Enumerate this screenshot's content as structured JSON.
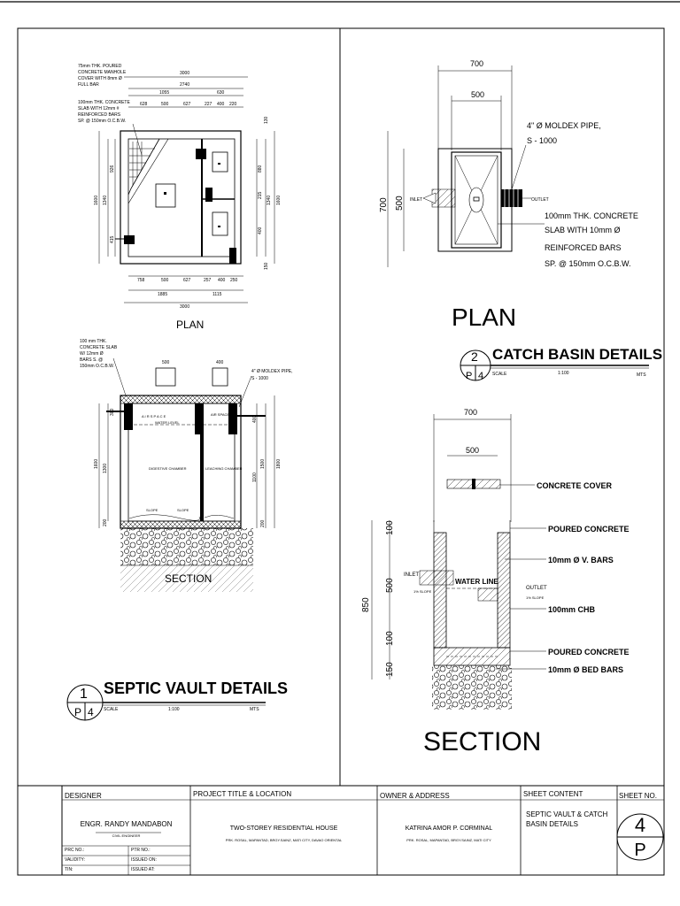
{
  "septic": {
    "notes": {
      "manhole": [
        "75mm THK. POURED",
        "CONCRETE MANHOLE",
        "COVER WITH 8mm Ø",
        "FULL BAR"
      ],
      "slab": [
        "100mm THK. CONCRETE",
        "SLAB WITH 12mm #",
        "REINFORCED BARS",
        "SP. @ 150mm O.C.B.W."
      ],
      "section_slab": [
        "100 mm THK.",
        "CONCRETE SLAB",
        "W/ 12mm Ø",
        "BARS S. @",
        "150mm O.C.B.W."
      ],
      "section_pipe": [
        "4\" Ø MOLDEX PIPE,",
        "S - 1000"
      ]
    },
    "dims_top": [
      "3000",
      "2740",
      "1055",
      "630",
      "628",
      "500",
      "627",
      "227",
      "400",
      "220"
    ],
    "dims_bottom": [
      "758",
      "500",
      "627",
      "257",
      "400",
      "250",
      "1885",
      "1115",
      "3000"
    ],
    "dims_left": [
      "1600",
      "1340",
      "926",
      "415"
    ],
    "dims_right": [
      "1600",
      "1340",
      "880",
      "400",
      "215",
      "130",
      "150"
    ],
    "plan_label": "PLAN",
    "section_dims_top": [
      "500",
      "400"
    ],
    "section_labels": {
      "airspace": "A I R   S P A C E",
      "airspace2": "AIR SPACE",
      "waterlevel": "WATER LEVEL",
      "digestive": "DIGESTIVE CHAMBER",
      "leaching": "LEACHING CHAMBER",
      "slope1": "SLOPE",
      "slope2": "SLOPE"
    },
    "section_dims_left": [
      "1600",
      "1300",
      "300",
      "200"
    ],
    "section_dims_right": [
      "1500",
      "1100",
      "400",
      "1800",
      "200"
    ],
    "section_label": "SECTION",
    "title": "SEPTIC VAULT DETAILS",
    "num": "1",
    "sheet": "P",
    "sheetno": "4",
    "scale_label": "SCALE",
    "scale": "1:100",
    "units": "MTS"
  },
  "catch": {
    "plan_dims": {
      "outer": "700",
      "inner": "500",
      "left_outer": "700",
      "left_inner": "500"
    },
    "pipe_note": [
      "4\" Ø MOLDEX PIPE,",
      "S - 1000"
    ],
    "inlet": "INLET",
    "outlet": "OUTLET",
    "slab_note": [
      "100mm THK. CONCRETE",
      "SLAB WITH 10mm Ø",
      "REINFORCED BARS",
      "SP. @ 150mm O.C.B.W."
    ],
    "plan_label": "PLAN",
    "title": "CATCH BASIN DETAILS",
    "num": "2",
    "sheet": "P",
    "sheetno": "4",
    "scale_label": "SCALE",
    "scale": "1:100",
    "units": "MTS",
    "section_dims": {
      "outer": "700",
      "inner": "500",
      "total": "850",
      "d100": "100",
      "d500": "500",
      "d100b": "100",
      "d150": "150"
    },
    "callouts": [
      "CONCRETE COVER",
      "POURED CONCRETE",
      "10mm Ø V. BARS",
      "100mm CHB",
      "POURED CONCRETE",
      "10mm Ø BED BARS"
    ],
    "water_line": "WATER LINE",
    "slope": "1% SLOPE",
    "section_label": "SECTION"
  },
  "titleblock": {
    "designer_h": "DESIGNER",
    "project_h": "PROJECT TITLE & LOCATION",
    "owner_h": "OWNER & ADDRESS",
    "content_h": "SHEET CONTENT",
    "sheetno_h": "SHEET NO.",
    "designer_name": "ENGR. RANDY MANDABON",
    "designer_title": "CIVIL ENGINEER",
    "prc": "PRC NO.:",
    "validity": "VALIDITY:",
    "tin": "TIN:",
    "ptr": "PTR NO.:",
    "issued_on": "ISSUED ON:",
    "issued_at": "ISSUED AT:",
    "project": "TWO-STOREY RESIDENTIAL HOUSE",
    "project_addr": "PRK. ROSAL, MAPANTAD, BRGY.SAINZ, MATI CITY, DAVAO ORIENTAL",
    "owner": "KATRINA AMOR P. CORMINAL",
    "owner_addr": "PRK. ROSAL, MAPANTAD, BRGY.SAINZ, MATI CITY",
    "content": [
      "SEPTIC VAULT & CATCH",
      "BASIN DETAILS"
    ],
    "sheet_num": "4",
    "sheet_letter": "P"
  }
}
